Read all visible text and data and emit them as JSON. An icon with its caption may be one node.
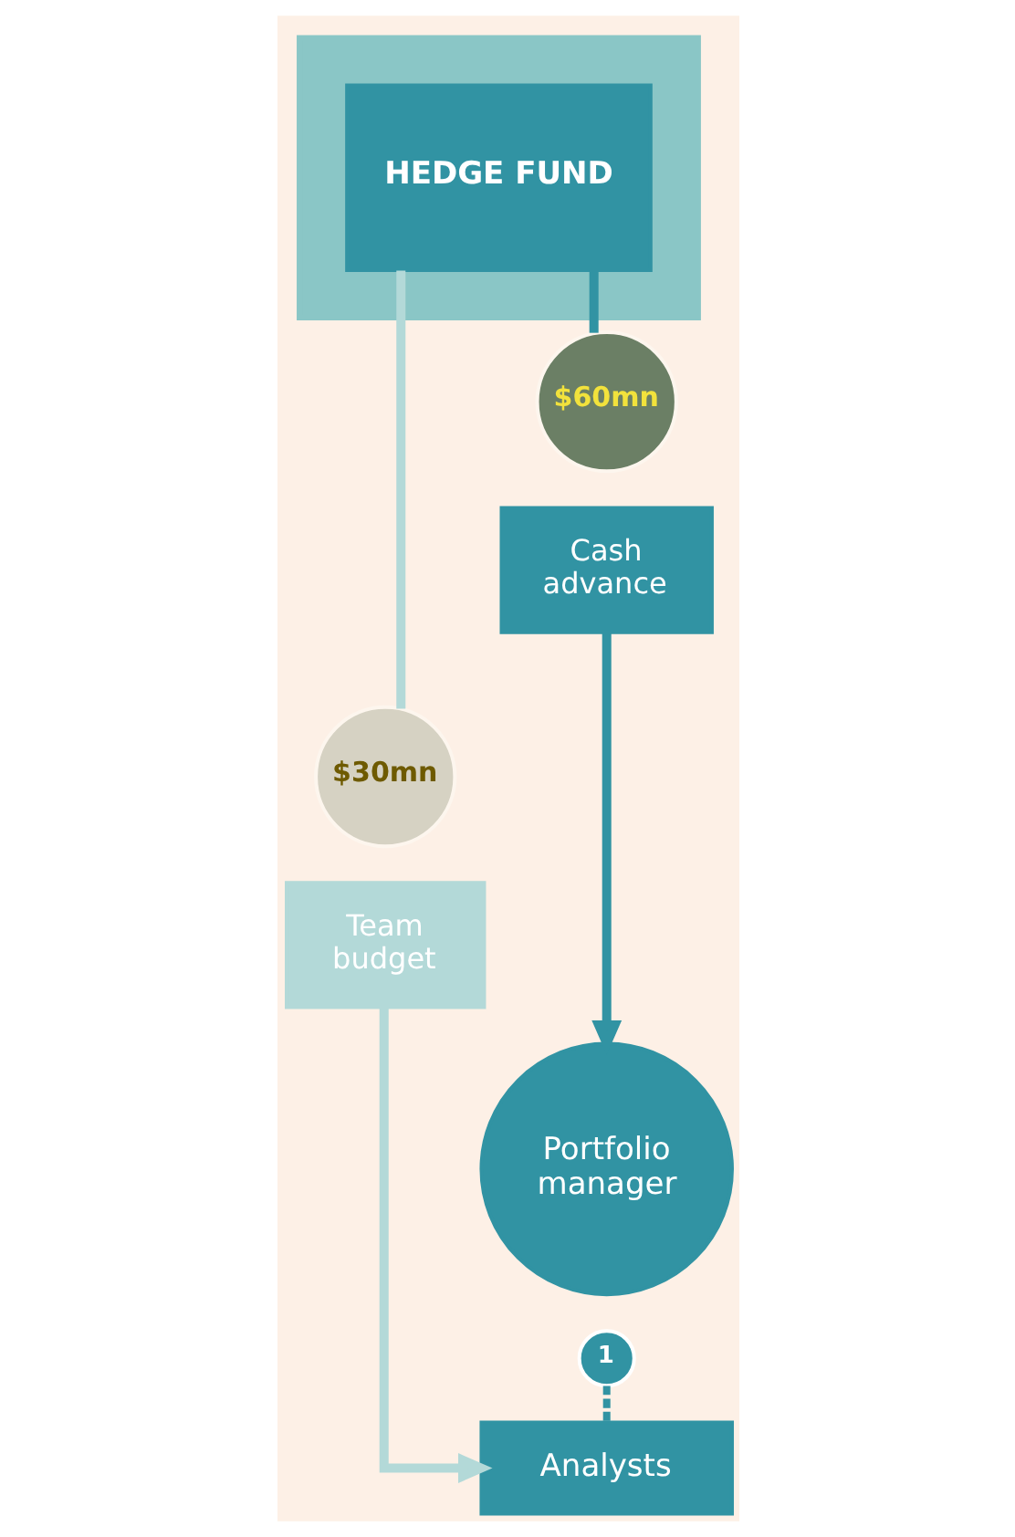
{
  "diagram": {
    "nodes": [
      {
        "text": [],
        "shape": "box"
      },
      {
        "text": [
          "HEDGE FUND"
        ],
        "in": 0
      },
      {
        "text": [
          "$60mn"
        ]
      },
      {
        "text": [
          "Cash advance"
        ]
      },
      {
        "text": [
          "$30mn"
        ]
      },
      {
        "text": [
          "Team budget"
        ]
      },
      {
        "text": [
          "Portfolio manager"
        ]
      },
      {
        "text": [
          "1"
        ]
      },
      {
        "text": [
          "Analysts"
        ]
      }
    ],
    "edges": [
      {
        "from": 1,
        "to": 2,
        "arrow": "none"
      },
      {
        "from": 1,
        "to": 4,
        "arrow": "none",
        "color": "#b3d9d8"
      },
      {
        "from": 3,
        "to": 6,
        "arrow": "to"
      },
      {
        "from": 5,
        "to": 8,
        "arrow": "to",
        "color": "#b3d9d8"
      },
      {
        "from": 7,
        "to": 8,
        "arrow": "none",
        "style": "dashed"
      }
    ]
  }
}
